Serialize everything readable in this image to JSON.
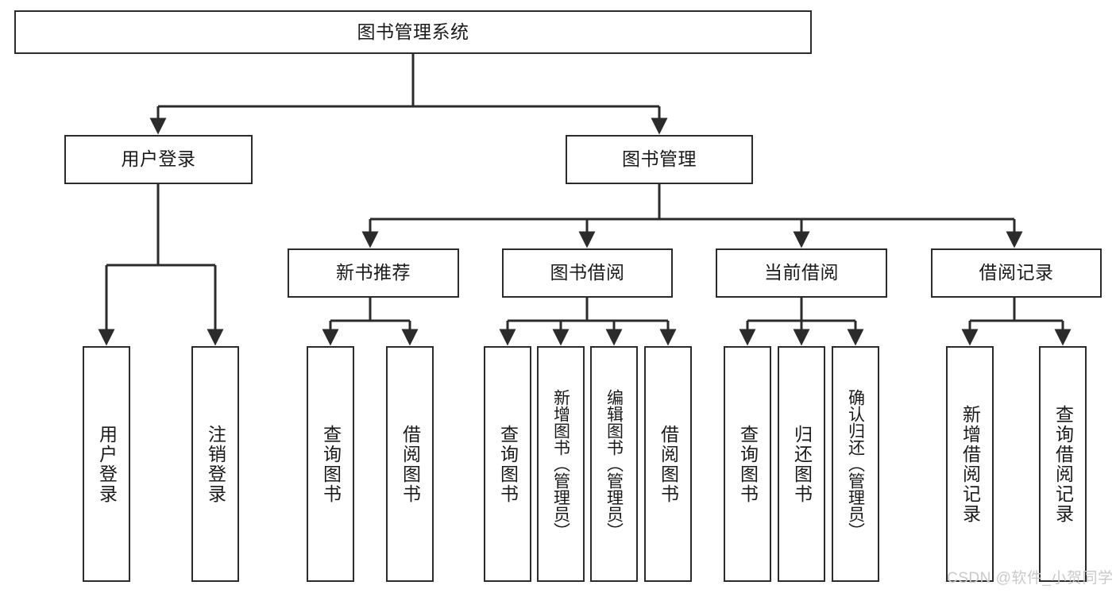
{
  "diagram": {
    "title": "图书管理系统",
    "root": {
      "label": "图书管理系统"
    },
    "level2": [
      {
        "label": "用户登录"
      },
      {
        "label": "图书管理"
      }
    ],
    "level3": [
      {
        "label": "新书推荐"
      },
      {
        "label": "图书借阅"
      },
      {
        "label": "当前借阅"
      },
      {
        "label": "借阅记录"
      }
    ],
    "leaves": {
      "user_login": [
        {
          "label": "用户登录"
        },
        {
          "label": "注销登录"
        }
      ],
      "new_book_recommend": [
        {
          "label": "查询图书"
        },
        {
          "label": "借阅图书"
        }
      ],
      "book_borrow": [
        {
          "label": "查询图书"
        },
        {
          "label": "新增图书（管理员）"
        },
        {
          "label": "编辑图书（管理员）"
        },
        {
          "label": "借阅图书"
        }
      ],
      "current_borrow": [
        {
          "label": "查询图书"
        },
        {
          "label": "归还图书"
        },
        {
          "label": "确认归还（管理员）"
        }
      ],
      "borrow_record": [
        {
          "label": "新增借阅记录"
        },
        {
          "label": "查询借阅记录"
        }
      ]
    }
  },
  "watermark": {
    "text": "CSDN @软件_小贺同学"
  },
  "colors": {
    "border": "#2b2b2b",
    "text": "#1a1a1a",
    "background": "#ffffff",
    "watermark": "#c9c9c9"
  }
}
